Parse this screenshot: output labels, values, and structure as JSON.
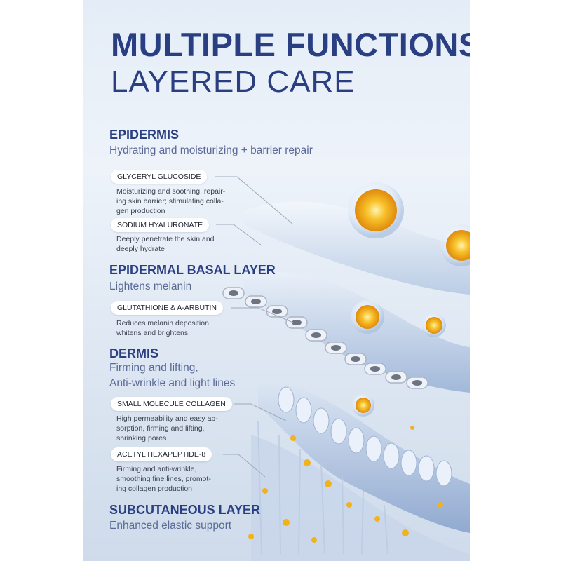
{
  "title": {
    "line1": "MULTIPLE FUNCTIONS",
    "line2": "LAYERED CARE"
  },
  "layers": [
    {
      "name": "EPIDERMIS",
      "subtitle": [
        "Hydrating and moisturizing + barrier repair"
      ],
      "ingredients": [
        {
          "name": "GLYCERYL GLUCOSIDE",
          "description": [
            "Moisturizing and soothing, repair-",
            "ing skin barrier; stimulating colla-",
            "gen production"
          ]
        },
        {
          "name": "SODIUM HYALURONATE",
          "description": [
            "Deeply penetrate the skin and",
            "deeply hydrate"
          ]
        }
      ]
    },
    {
      "name": "EPIDERMAL BASAL LAYER",
      "subtitle": [
        "Lightens melanin"
      ],
      "ingredients": [
        {
          "name": "GLUTATHIONE & A-ARBUTIN",
          "description": [
            "Reduces melanin deposition,",
            "whitens and brightens"
          ]
        }
      ]
    },
    {
      "name": "DERMIS",
      "subtitle": [
        "Firming and lifting,",
        "Anti-wrinkle and light lines"
      ],
      "ingredients": [
        {
          "name": "SMALL MOLECULE COLLAGEN",
          "description": [
            "High permeability and easy ab-",
            "sorption, firming and lifting,",
            "shrinking pores"
          ]
        },
        {
          "name": "ACETYL HEXAPEPTIDE-8",
          "description": [
            "Firming and anti-wrinkle,",
            "smoothing fine lines, promot-",
            "ing collagen production"
          ]
        }
      ]
    },
    {
      "name": "SUBCUTANEOUS LAYER",
      "subtitle": [
        "Enhanced elastic support"
      ],
      "ingredients": []
    }
  ],
  "colors": {
    "heading": "#2a3f82",
    "subtitle": "#5a6a96",
    "gold": "#f2b21b",
    "background": "#e4edf7"
  }
}
